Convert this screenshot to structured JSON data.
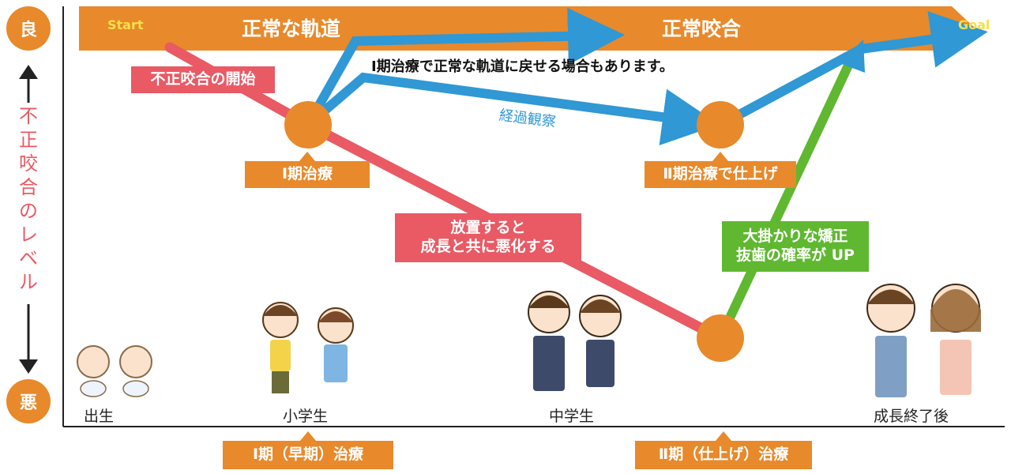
{
  "banner": {
    "start": "Start",
    "normal_path": "正常な軌道",
    "normal_occlusion": "正常咬合",
    "goal": "Goal"
  },
  "side": {
    "good": "良",
    "bad": "悪",
    "level_label": "不正咬合のレベル"
  },
  "notes": {
    "phase1_return": "Ⅰ期治療で正常な軌道に戻せる場合もあります。",
    "observation": "経過観察"
  },
  "labels": {
    "malocclusion_start": "不正咬合の開始",
    "phase1_treatment": "Ⅰ期治療",
    "phase2_finish": "Ⅱ期治療で仕上げ",
    "neglect_line1": "放置すると",
    "neglect_line2": "成長と共に悪化する",
    "big_line1": "大掛かりな矯正",
    "big_line2": "抜歯の確率が UP"
  },
  "stages": {
    "birth": "出生",
    "elementary": "小学生",
    "middle": "中学生",
    "adult": "成長終了後"
  },
  "periods": {
    "phase1": "Ⅰ期（早期）治療",
    "phase2": "Ⅱ期（仕上げ）治療"
  },
  "colors": {
    "orange": "#e8892b",
    "blue": "#2f98d5",
    "red": "#e95a64",
    "green": "#5fb830"
  }
}
